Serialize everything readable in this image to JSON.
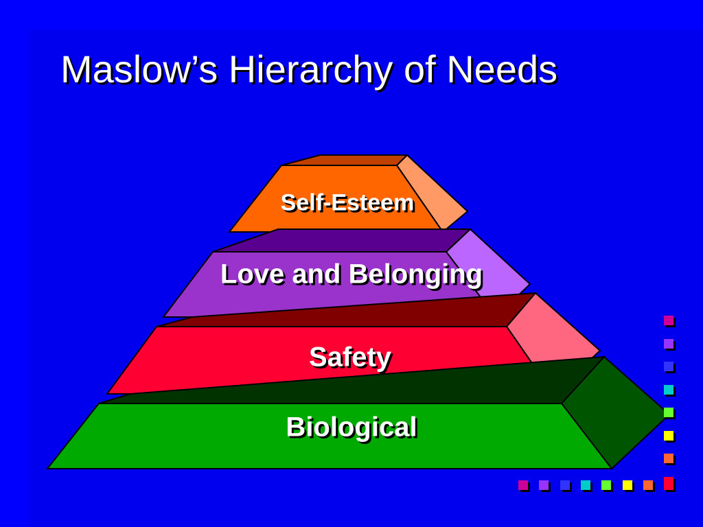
{
  "slide": {
    "title": "Maslow’s Hierarchy of Needs",
    "background_color": "#0000ff",
    "panel_color": "#0000ee"
  },
  "pyramid": {
    "layers": [
      {
        "label": "Self-Esteem",
        "front": "#ff6600",
        "top": "#c04000",
        "side": "#ff9966"
      },
      {
        "label": "Love and Belonging",
        "front": "#9933cc",
        "top": "#5a0090",
        "side": "#bb66ff"
      },
      {
        "label": "Safety",
        "front": "#ff0033",
        "top": "#800000",
        "side": "#ff6680"
      },
      {
        "label": "Biological",
        "front": "#00aa00",
        "top": "#003300",
        "side": "#005500"
      }
    ]
  },
  "decor": {
    "square_colors_vertical": [
      "#cc0099",
      "#9933ff",
      "#3333ff",
      "#00cccc",
      "#66ff33",
      "#ffff00",
      "#ff6633",
      "#ff0033"
    ],
    "square_colors_horizontal": [
      "#cc0099",
      "#9933ff",
      "#3333ff",
      "#00cccc",
      "#66ff33",
      "#ffff00",
      "#ff6633",
      "#ff0033"
    ]
  }
}
